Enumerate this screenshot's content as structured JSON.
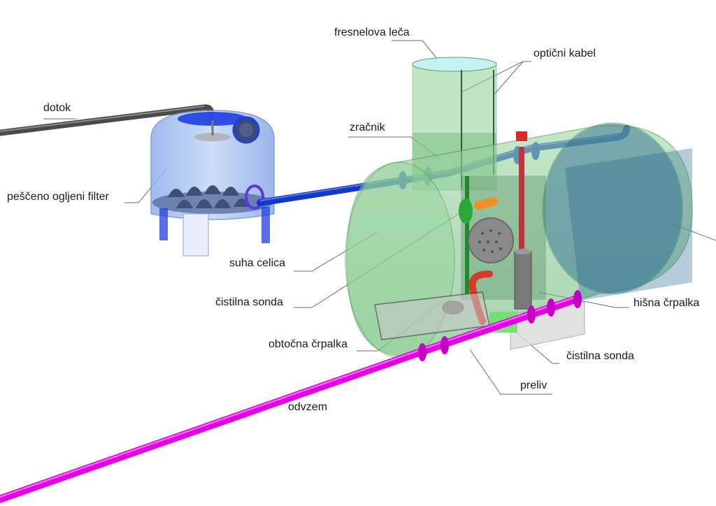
{
  "labels": {
    "fresnel_lens": "fresnelova leča",
    "optical_cable": "optični kabel",
    "inflow": "dotok",
    "aerator": "zračnik",
    "sand_carbon_filter": "peščeno ogljeni filter",
    "dry_cell": "suha celica",
    "cleaning_probe_left": "čistilna sonda",
    "circulation_pump": "obtočna črpalka",
    "overflow": "preliv",
    "outflow": "odvzem",
    "house_pump": "hišna črpalka",
    "cleaning_probe_right": "čistilna sonda"
  },
  "colors": {
    "inflow_pipe": "#4a4a4a",
    "filter_body": "#a9c6f2",
    "main_pipe": "#1238c8",
    "tank": "#7fc58a",
    "outflow_pipe": "#e400e4",
    "red_pipe": "#d23c2a",
    "orange_pipe": "#f09022"
  }
}
